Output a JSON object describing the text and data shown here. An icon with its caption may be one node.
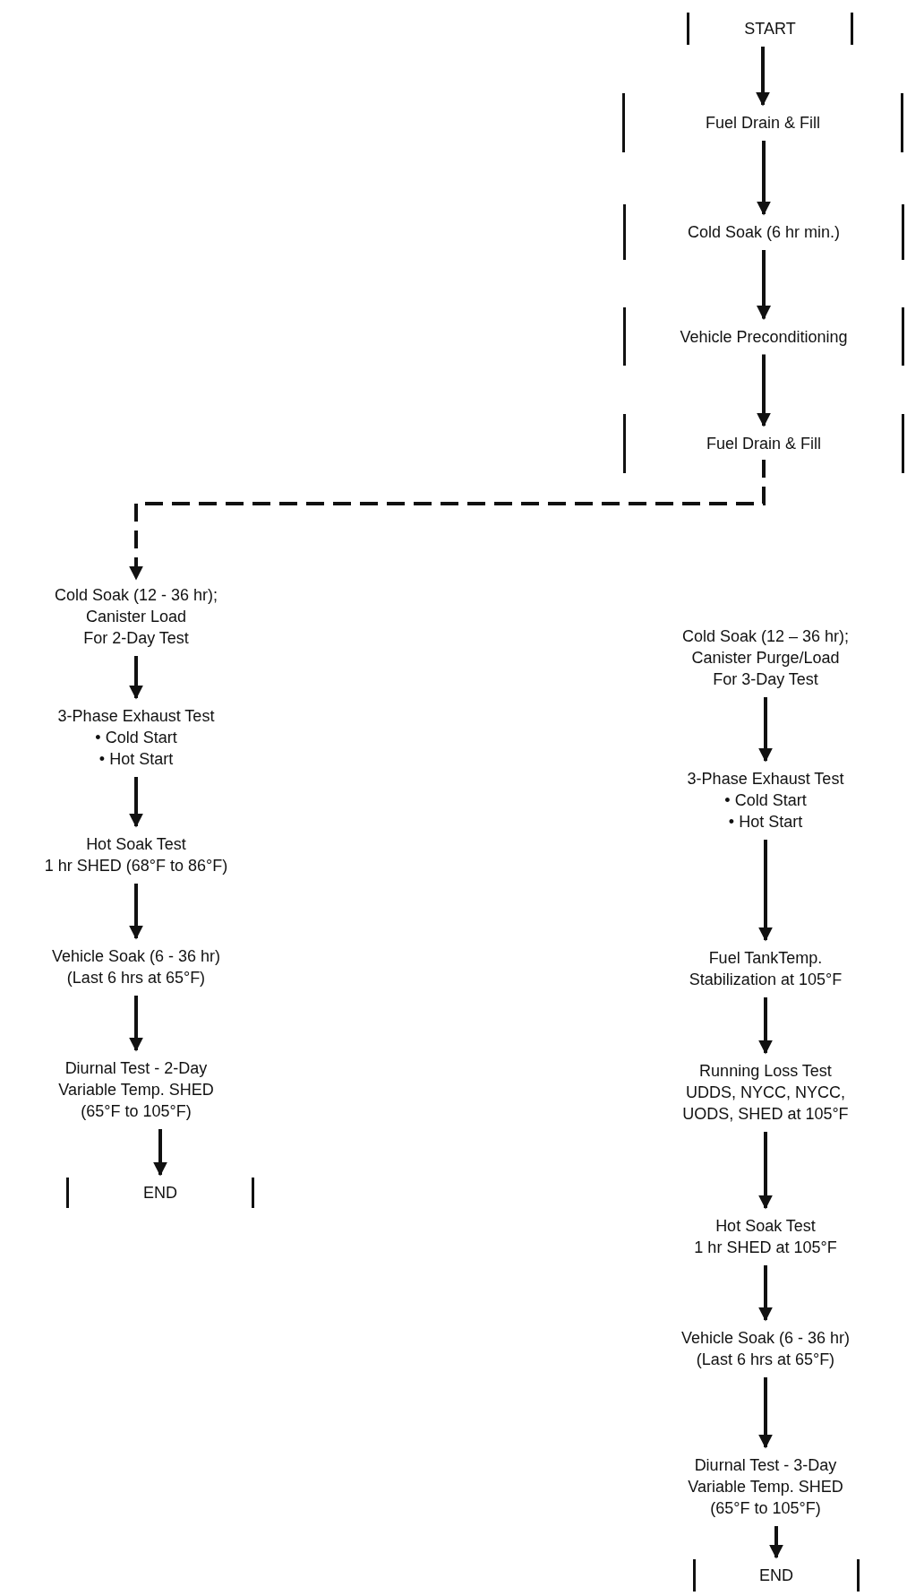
{
  "diagram": {
    "nodes": [
      {
        "text": [
          "START"
        ]
      },
      {
        "text": [
          "Fuel Drain & Fill"
        ]
      },
      {
        "text": [
          "Cold Soak (6 hr min.)"
        ]
      },
      {
        "text": [
          "Vehicle Preconditioning"
        ]
      },
      {
        "text": [
          "Fuel Drain & Fill"
        ]
      },
      {
        "text": [
          "Cold Soak (12 - 36 hr);",
          "Canister Load For 2-Day Test"
        ]
      },
      {
        "text": [
          "3-Phase Exhaust Test",
          "• Cold Start",
          "• Hot Start"
        ]
      },
      {
        "text": [
          "Hot Soak Test",
          "1 hr SHED (68°F to 86°F)"
        ]
      },
      {
        "text": [
          "Vehicle Soak (6 - 36 hr)",
          "(Last 6 hrs at 65°F)"
        ]
      },
      {
        "text": [
          "Diurnal Test - 2-Day",
          "Variable Temp. SHED (65°F to 105°F)"
        ]
      },
      {
        "text": [
          "END"
        ]
      },
      {
        "text": [
          "Cold Soak (12 – 36 hr);",
          "Canister Purge/Load For 3-Day Test"
        ]
      },
      {
        "text": [
          "3-Phase Exhaust Test",
          "• Cold Start",
          "• Hot Start"
        ]
      },
      {
        "text": [
          "Fuel TankTemp. Stabilization at 105°F"
        ]
      },
      {
        "text": [
          "Running Loss Test",
          "UDDS, NYCC, NYCC, UODS, SHED at 105°F"
        ]
      },
      {
        "text": [
          "Hot Soak Test",
          "1 hr SHED at 105°F"
        ]
      },
      {
        "text": [
          "Vehicle Soak (6 - 36 hr)",
          "(Last 6 hrs at 65°F)"
        ]
      },
      {
        "text": [
          "Diurnal Test - 3-Day",
          "Variable Temp. SHED (65°F to 105°F)"
        ]
      },
      {
        "text": [
          "END"
        ]
      }
    ],
    "edges": [
      {
        "from": 0,
        "to": 1,
        "arrow": "to"
      },
      {
        "from": 1,
        "to": 2,
        "arrow": "to"
      },
      {
        "from": 2,
        "to": 3,
        "arrow": "to"
      },
      {
        "from": 3,
        "to": 4,
        "arrow": "to"
      },
      {
        "from": 4,
        "to": 5,
        "arrow": "to",
        "style": "dashed"
      },
      {
        "from": 5,
        "to": 6,
        "arrow": "to"
      },
      {
        "from": 6,
        "to": 7,
        "arrow": "to"
      },
      {
        "from": 7,
        "to": 8,
        "arrow": "to"
      },
      {
        "from": 8,
        "to": 9,
        "arrow": "to"
      },
      {
        "from": 9,
        "to": 10,
        "arrow": "to"
      },
      {
        "from": 11,
        "to": 12,
        "arrow": "to"
      },
      {
        "from": 12,
        "to": 13,
        "arrow": "to"
      },
      {
        "from": 13,
        "to": 14,
        "arrow": "to"
      },
      {
        "from": 14,
        "to": 15,
        "arrow": "to"
      },
      {
        "from": 15,
        "to": 16,
        "arrow": "to"
      },
      {
        "from": 16,
        "to": 17,
        "arrow": "to"
      },
      {
        "from": 17,
        "to": 18,
        "arrow": "to"
      }
    ]
  }
}
